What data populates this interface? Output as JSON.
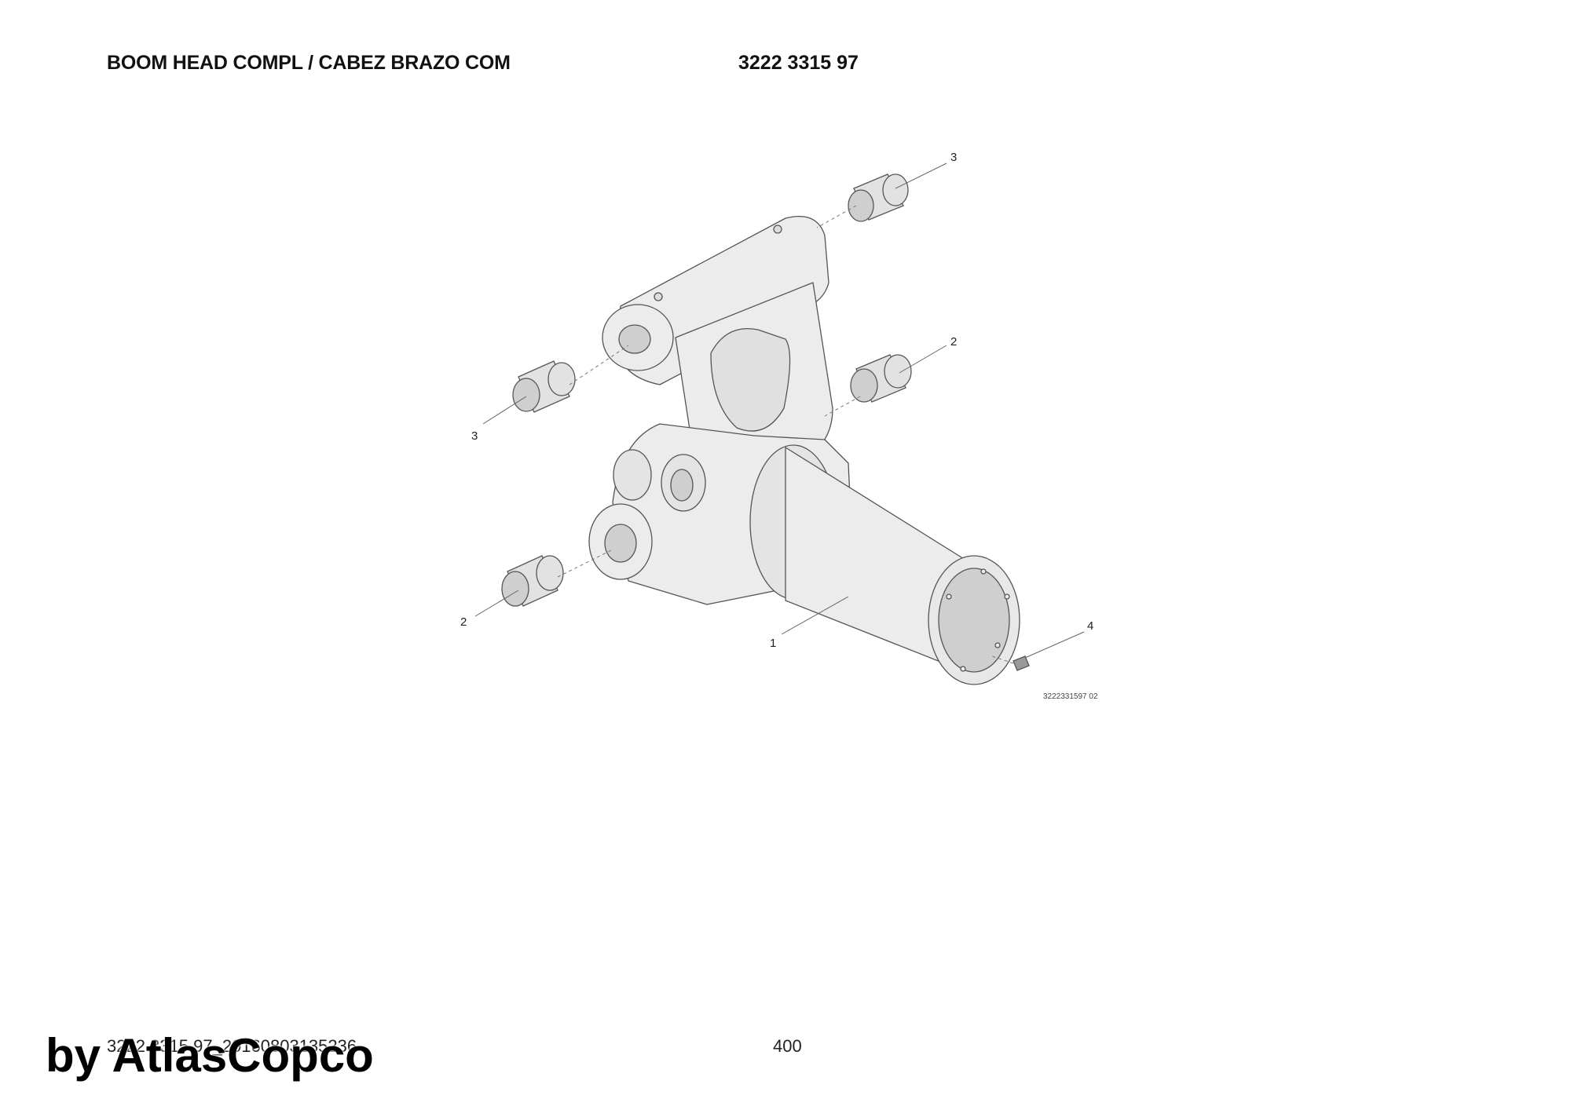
{
  "header": {
    "title": "BOOM HEAD COMPL / CABEZ BRAZO COM",
    "part_number": "3222 3315 97"
  },
  "drawing": {
    "callouts": [
      "3",
      "2",
      "3",
      "2",
      "1",
      "4"
    ],
    "reference_code": "3222331597 02"
  },
  "footer": {
    "document_id": "3222 3315 97_20160803135236",
    "page_number": "400"
  },
  "watermark": {
    "text": "by AtlasCopco"
  },
  "colors": {
    "part_fill": "#ececec",
    "part_stroke": "#555555",
    "bushing_fill": "#e2e2e2"
  }
}
